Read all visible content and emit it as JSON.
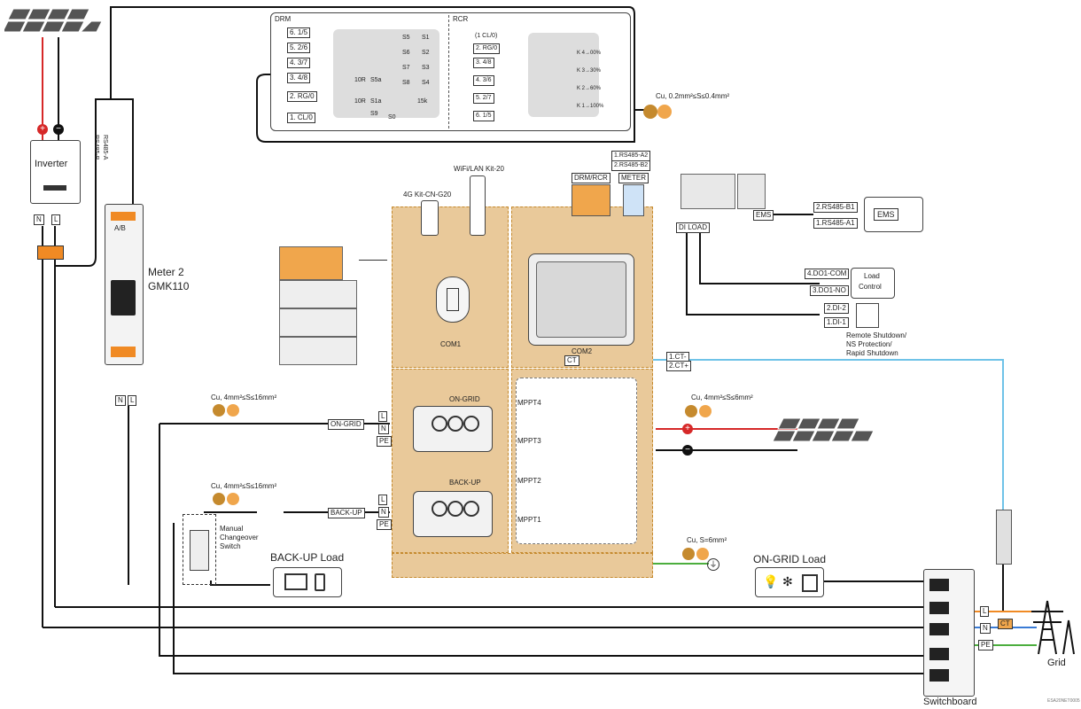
{
  "drm_panel": {
    "title_drm": "DRM",
    "title_rcr": "RCR",
    "drm_pins": [
      "6. 1/5",
      "5. 2/6",
      "4. 3/7",
      "3. 4/8",
      "2. RG/0",
      "1. CL/0"
    ],
    "drm_switches": [
      "S5",
      "S1",
      "S6",
      "S2",
      "S7",
      "S3",
      "S8",
      "S4"
    ],
    "drm_res": [
      "10R",
      "S5a",
      "10R",
      "S1a",
      "15k",
      "S9",
      "S0"
    ],
    "rcr_header": "(1  CL/0)",
    "rcr_pins": [
      "2. RG/0",
      "3. 4/8",
      "4. 3/6",
      "5. 2/7",
      "6. 1/5"
    ],
    "rcr_outputs": [
      "K 4→00%",
      "K 3→30%",
      "K 2→60%",
      "K 1→100%"
    ]
  },
  "labels": {
    "inverter": "Inverter",
    "meter_name": "Meter 2",
    "meter_model": "GMK110",
    "meter_ab": "A/B",
    "meter_rs485": [
      "RS485-B",
      "RS485-A"
    ],
    "n": "N",
    "l": "L",
    "pe": "PE",
    "kit_4g": "4G Kit-CN-G20",
    "kit_wifi": "WiFi/LAN Kit-20",
    "com1": "COM1",
    "com2": "COM2",
    "drm_rcr": "DRM/RCR",
    "meter_port": "METER",
    "meter_rs_a2": "1.RS485-A2",
    "meter_rs_b2": "2.RS485-B2",
    "cable_small": "Cu, 0.2mm²≤S≤0.4mm²",
    "ems": "EMS",
    "ems_rs_b1": "2.RS485-B1",
    "ems_rs_a1": "1.RS485-A1",
    "di_load": "DI LOAD",
    "do1_com": "4.DO1-COM",
    "do1_no": "3.DO1-NO",
    "load_control": [
      "Load",
      "Control"
    ],
    "di2": "2.DI-2",
    "di1": "1.DI-1",
    "remote_shutdown": [
      "Remote Shutdown/",
      "NS Protection/",
      "Rapid Shutdown"
    ],
    "ct_minus": "1.CT-",
    "ct_plus": "2.CT+",
    "ct": "CT",
    "cable_ac": "Cu, 4mm²≤S≤16mm²",
    "cable_ac2": "Cu, 4mm²≤S≤16mm²",
    "cable_pv": "Cu, 4mm²≤S≤6mm²",
    "cable_pe": "Cu, S=6mm²",
    "on_grid": "ON-GRID",
    "back_up": "BACK-UP",
    "on_grid_port": "ON-GRID",
    "back_up_port": "BACK-UP",
    "mppt": [
      "MPPT4",
      "MPPT3",
      "MPPT2",
      "MPPT1"
    ],
    "manual_switch": [
      "Manual",
      "Changeover",
      "Switch"
    ],
    "backup_load": "BACK-UP Load",
    "ongrid_load": "ON-GRID Load",
    "switchboard": "Switchboard",
    "grid": "Grid",
    "doc_code": "ESA20NET0005"
  },
  "colors": {
    "zone_fill": "#e9c99a",
    "zone_border": "#c58a2e",
    "wire": "#111111",
    "red": "#d62828",
    "blue": "#3a7bd5",
    "ct_wire": "#6fc3e8",
    "green": "#4cae3e",
    "brown": "#8b5a2b",
    "orange": "#f08a24"
  }
}
